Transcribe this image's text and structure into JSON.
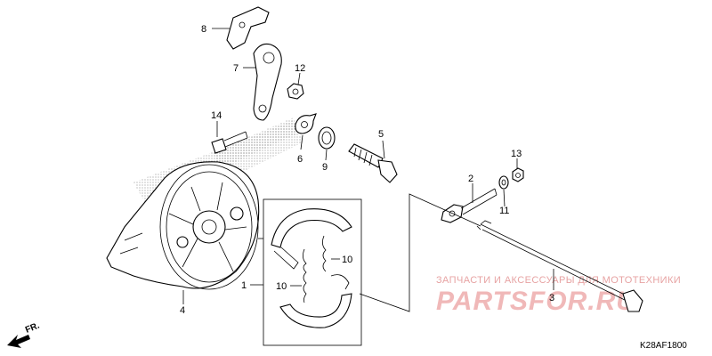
{
  "diagram": {
    "callouts": [
      "8",
      "7",
      "12",
      "14",
      "6",
      "9",
      "5",
      "13",
      "2",
      "11",
      "4",
      "1",
      "10",
      "10",
      "3"
    ],
    "direction_label": "FR.",
    "drawing_code": "K28AF1800"
  },
  "watermark": {
    "caption": "ЗАПЧАСТИ И АКСЕССУАРЫ ДЛЯ МОТОТЕХНИКИ",
    "brand": "PARTSFOR.RU"
  },
  "colors": {
    "watermark_caption": "#e7a3a3",
    "watermark_brand": "#f0b8b8",
    "line": "#000000"
  }
}
